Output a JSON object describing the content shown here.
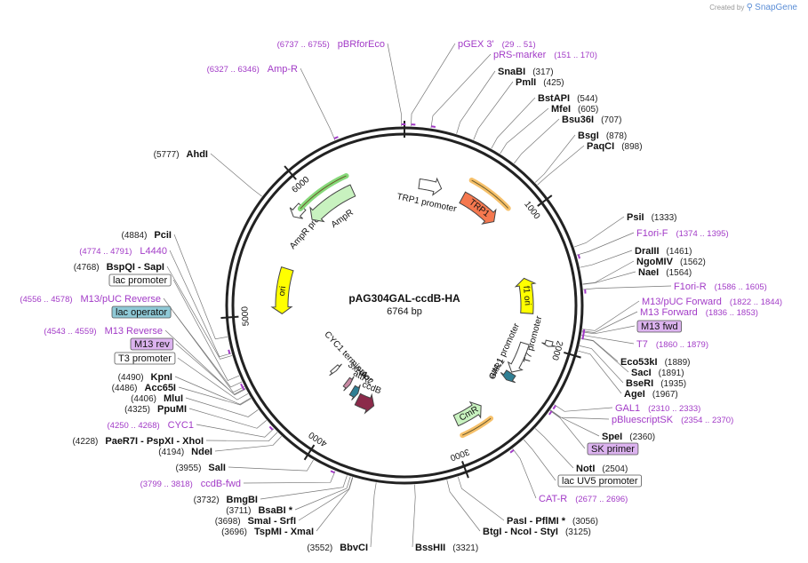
{
  "brand": {
    "created_by": "Created by",
    "name": "SnapGene"
  },
  "plasmid": {
    "name": "pAG304GAL-ccdB-HA",
    "size": "6764 bp",
    "length": 6764
  },
  "tick_labels": [
    {
      "bp": 1000,
      "label": "1000"
    },
    {
      "bp": 2000,
      "label": "2000"
    },
    {
      "bp": 3000,
      "label": "3000"
    },
    {
      "bp": 4000,
      "label": "4000"
    },
    {
      "bp": 5000,
      "label": "5000"
    },
    {
      "bp": 6000,
      "label": "6000"
    }
  ],
  "colors": {
    "backbone": "#222222",
    "site": "#111111",
    "feature_label": "#a23bc7",
    "leader": "#777777",
    "amp_promoter": "#ffffff",
    "ampR": "#c8f2bf",
    "ori": "#ffff00",
    "trp1_promoter": "#ffffff",
    "trp1": "#f5784f",
    "f1ori": "#ffff00",
    "t7_promoter": "#ffffff",
    "gal1_promoter": "#ffffff",
    "attr1": "#2f7f94",
    "cmr": "#c8f2bf",
    "ccdb": "#8b2a4a",
    "attr2": "#2f7f94",
    "hatag": "#c98aa4",
    "cyc1": "#ffffff",
    "orange_band": "#f6c06a",
    "green_band": "#86d97a"
  },
  "features": [
    {
      "name": "AmpR promoter",
      "label": "AmpR promoter",
      "r1": 5800,
      "r2": 5900
    },
    {
      "name": "AmpR",
      "label": "AmpR",
      "r1": 5880,
      "r2": 6310
    },
    {
      "name": "ori",
      "label": "ori",
      "r1": 5000,
      "r2": 5400
    },
    {
      "name": "TRP1 promoter",
      "label": "TRP1 promoter",
      "r1": 130,
      "r2": 330
    },
    {
      "name": "TRP1",
      "label": "TRP1",
      "r1": 530,
      "r2": 880
    },
    {
      "name": "f1 ori",
      "label": "f1 ori",
      "r1": 1450,
      "r2": 1760
    },
    {
      "name": "T7 promoter",
      "label": "T7 promoter",
      "r1": 1950,
      "r2": 1990
    },
    {
      "name": "GAL1 promoter",
      "label": "GAL1 promoter",
      "r1": 2020,
      "r2": 2290
    },
    {
      "name": "attR1",
      "label": "attR1",
      "r1": 2300,
      "r2": 2370
    },
    {
      "name": "CmR",
      "label": "CmR",
      "r1": 2680,
      "r2": 2930
    },
    {
      "name": "ccdB",
      "label": "ccdB",
      "r1": 3700,
      "r2": 3880
    },
    {
      "name": "attR2",
      "label": "attR2",
      "r1": 3905,
      "r2": 3975
    },
    {
      "name": "3xHA",
      "label": "3xHA",
      "r1": 4030,
      "r2": 4080
    },
    {
      "name": "CYC1 terminator",
      "label": "CYC1 terminator",
      "r1": 4250,
      "r2": 4290
    }
  ],
  "sites": [
    {
      "name": "SnaBI",
      "pos": "(317)",
      "side": "r"
    },
    {
      "name": "PmlI",
      "pos": "(425)",
      "side": "r"
    },
    {
      "name": "BstAPI",
      "pos": "(544)",
      "side": "r"
    },
    {
      "name": "MfeI",
      "pos": "(605)",
      "side": "r"
    },
    {
      "name": "Bsu36I",
      "pos": "(707)",
      "side": "r"
    },
    {
      "name": "BsgI",
      "pos": "(878)",
      "side": "r"
    },
    {
      "name": "PaqCI",
      "pos": "(898)",
      "side": "r"
    },
    {
      "name": "PsiI",
      "pos": "(1333)",
      "side": "r"
    },
    {
      "name": "DraIII",
      "pos": "(1461)",
      "side": "r"
    },
    {
      "name": "NgoMIV",
      "pos": "(1562)",
      "side": "r"
    },
    {
      "name": "NaeI",
      "pos": "(1564)",
      "side": "r"
    },
    {
      "name": "Eco53kI",
      "pos": "(1889)",
      "side": "r"
    },
    {
      "name": "SacI",
      "pos": "(1891)",
      "side": "r"
    },
    {
      "name": "BseRI",
      "pos": "(1935)",
      "side": "r"
    },
    {
      "name": "AgeI",
      "pos": "(1967)",
      "side": "r"
    },
    {
      "name": "SpeI",
      "pos": "(2360)",
      "side": "r"
    },
    {
      "name": "NotI",
      "pos": "(2504)",
      "side": "r"
    },
    {
      "name": "PasI - PflMI *",
      "pos": "(3056)",
      "side": "r"
    },
    {
      "name": "BtgI - NcoI - StyI",
      "pos": "(3125)",
      "side": "r"
    },
    {
      "name": "BssHII",
      "pos": "(3321)",
      "side": "r"
    },
    {
      "name": "BbvCI",
      "pos": "(3552)",
      "side": "l"
    },
    {
      "name": "TspMI - XmaI",
      "pos": "(3696)",
      "side": "l"
    },
    {
      "name": "SmaI - SrfI",
      "pos": "(3698)",
      "side": "l"
    },
    {
      "name": "BsaBI *",
      "pos": "(3711)",
      "side": "l"
    },
    {
      "name": "BmgBI",
      "pos": "(3732)",
      "side": "l"
    },
    {
      "name": "SalI",
      "pos": "(3955)",
      "side": "l"
    },
    {
      "name": "NdeI",
      "pos": "(4194)",
      "side": "l"
    },
    {
      "name": "PaeR7I - PspXI - XhoI",
      "pos": "(4228)",
      "side": "l"
    },
    {
      "name": "PpuMI",
      "pos": "(4325)",
      "side": "l"
    },
    {
      "name": "MluI",
      "pos": "(4406)",
      "side": "l"
    },
    {
      "name": "Acc65I",
      "pos": "(4486)",
      "side": "l"
    },
    {
      "name": "KpnI",
      "pos": "(4490)",
      "side": "l"
    },
    {
      "name": "BspQI - SapI",
      "pos": "(4768)",
      "side": "l"
    },
    {
      "name": "PciI",
      "pos": "(4884)",
      "side": "l"
    },
    {
      "name": "AhdI",
      "pos": "(5777)",
      "side": "l"
    }
  ],
  "primers": [
    {
      "name": "pBRforEco",
      "pos": "(6737 .. 6755)"
    },
    {
      "name": "pGEX 3'",
      "pos": "(29 .. 51)"
    },
    {
      "name": "pRS-marker",
      "pos": "(151 .. 170)"
    },
    {
      "name": "Amp-R",
      "pos": "(6327 .. 6346)"
    },
    {
      "name": "F1ori-F",
      "pos": "(1374 .. 1395)"
    },
    {
      "name": "F1ori-R",
      "pos": "(1586 .. 1605)"
    },
    {
      "name": "M13/pUC Forward",
      "pos": "(1822 .. 1844)"
    },
    {
      "name": "M13 Forward",
      "pos": "(1836 .. 1853)"
    },
    {
      "name": "T7",
      "pos": "(1860 .. 1879)"
    },
    {
      "name": "GAL1",
      "pos": "(2310 .. 2333)"
    },
    {
      "name": "pBluescriptSK",
      "pos": "(2354 .. 2370)"
    },
    {
      "name": "CAT-R",
      "pos": "(2677 .. 2696)"
    },
    {
      "name": "ccdB-fwd",
      "pos": "(3799 .. 3818)"
    },
    {
      "name": "CYC1",
      "pos": "(4250 .. 4268)"
    },
    {
      "name": "M13 Reverse",
      "pos": "(4543 .. 4559)"
    },
    {
      "name": "M13/pUC Reverse",
      "pos": "(4556 .. 4578)"
    },
    {
      "name": "L4440",
      "pos": "(4774 .. 4791)"
    }
  ],
  "boxed": [
    {
      "name": "M13 fwd",
      "style": "purple"
    },
    {
      "name": "SK primer",
      "style": "purple"
    },
    {
      "name": "lac UV5 promoter",
      "style": "white"
    },
    {
      "name": "lac promoter",
      "style": "white"
    },
    {
      "name": "lac operator",
      "style": "teal"
    },
    {
      "name": "M13 rev",
      "style": "purple"
    },
    {
      "name": "T3 promoter",
      "style": "white"
    }
  ]
}
